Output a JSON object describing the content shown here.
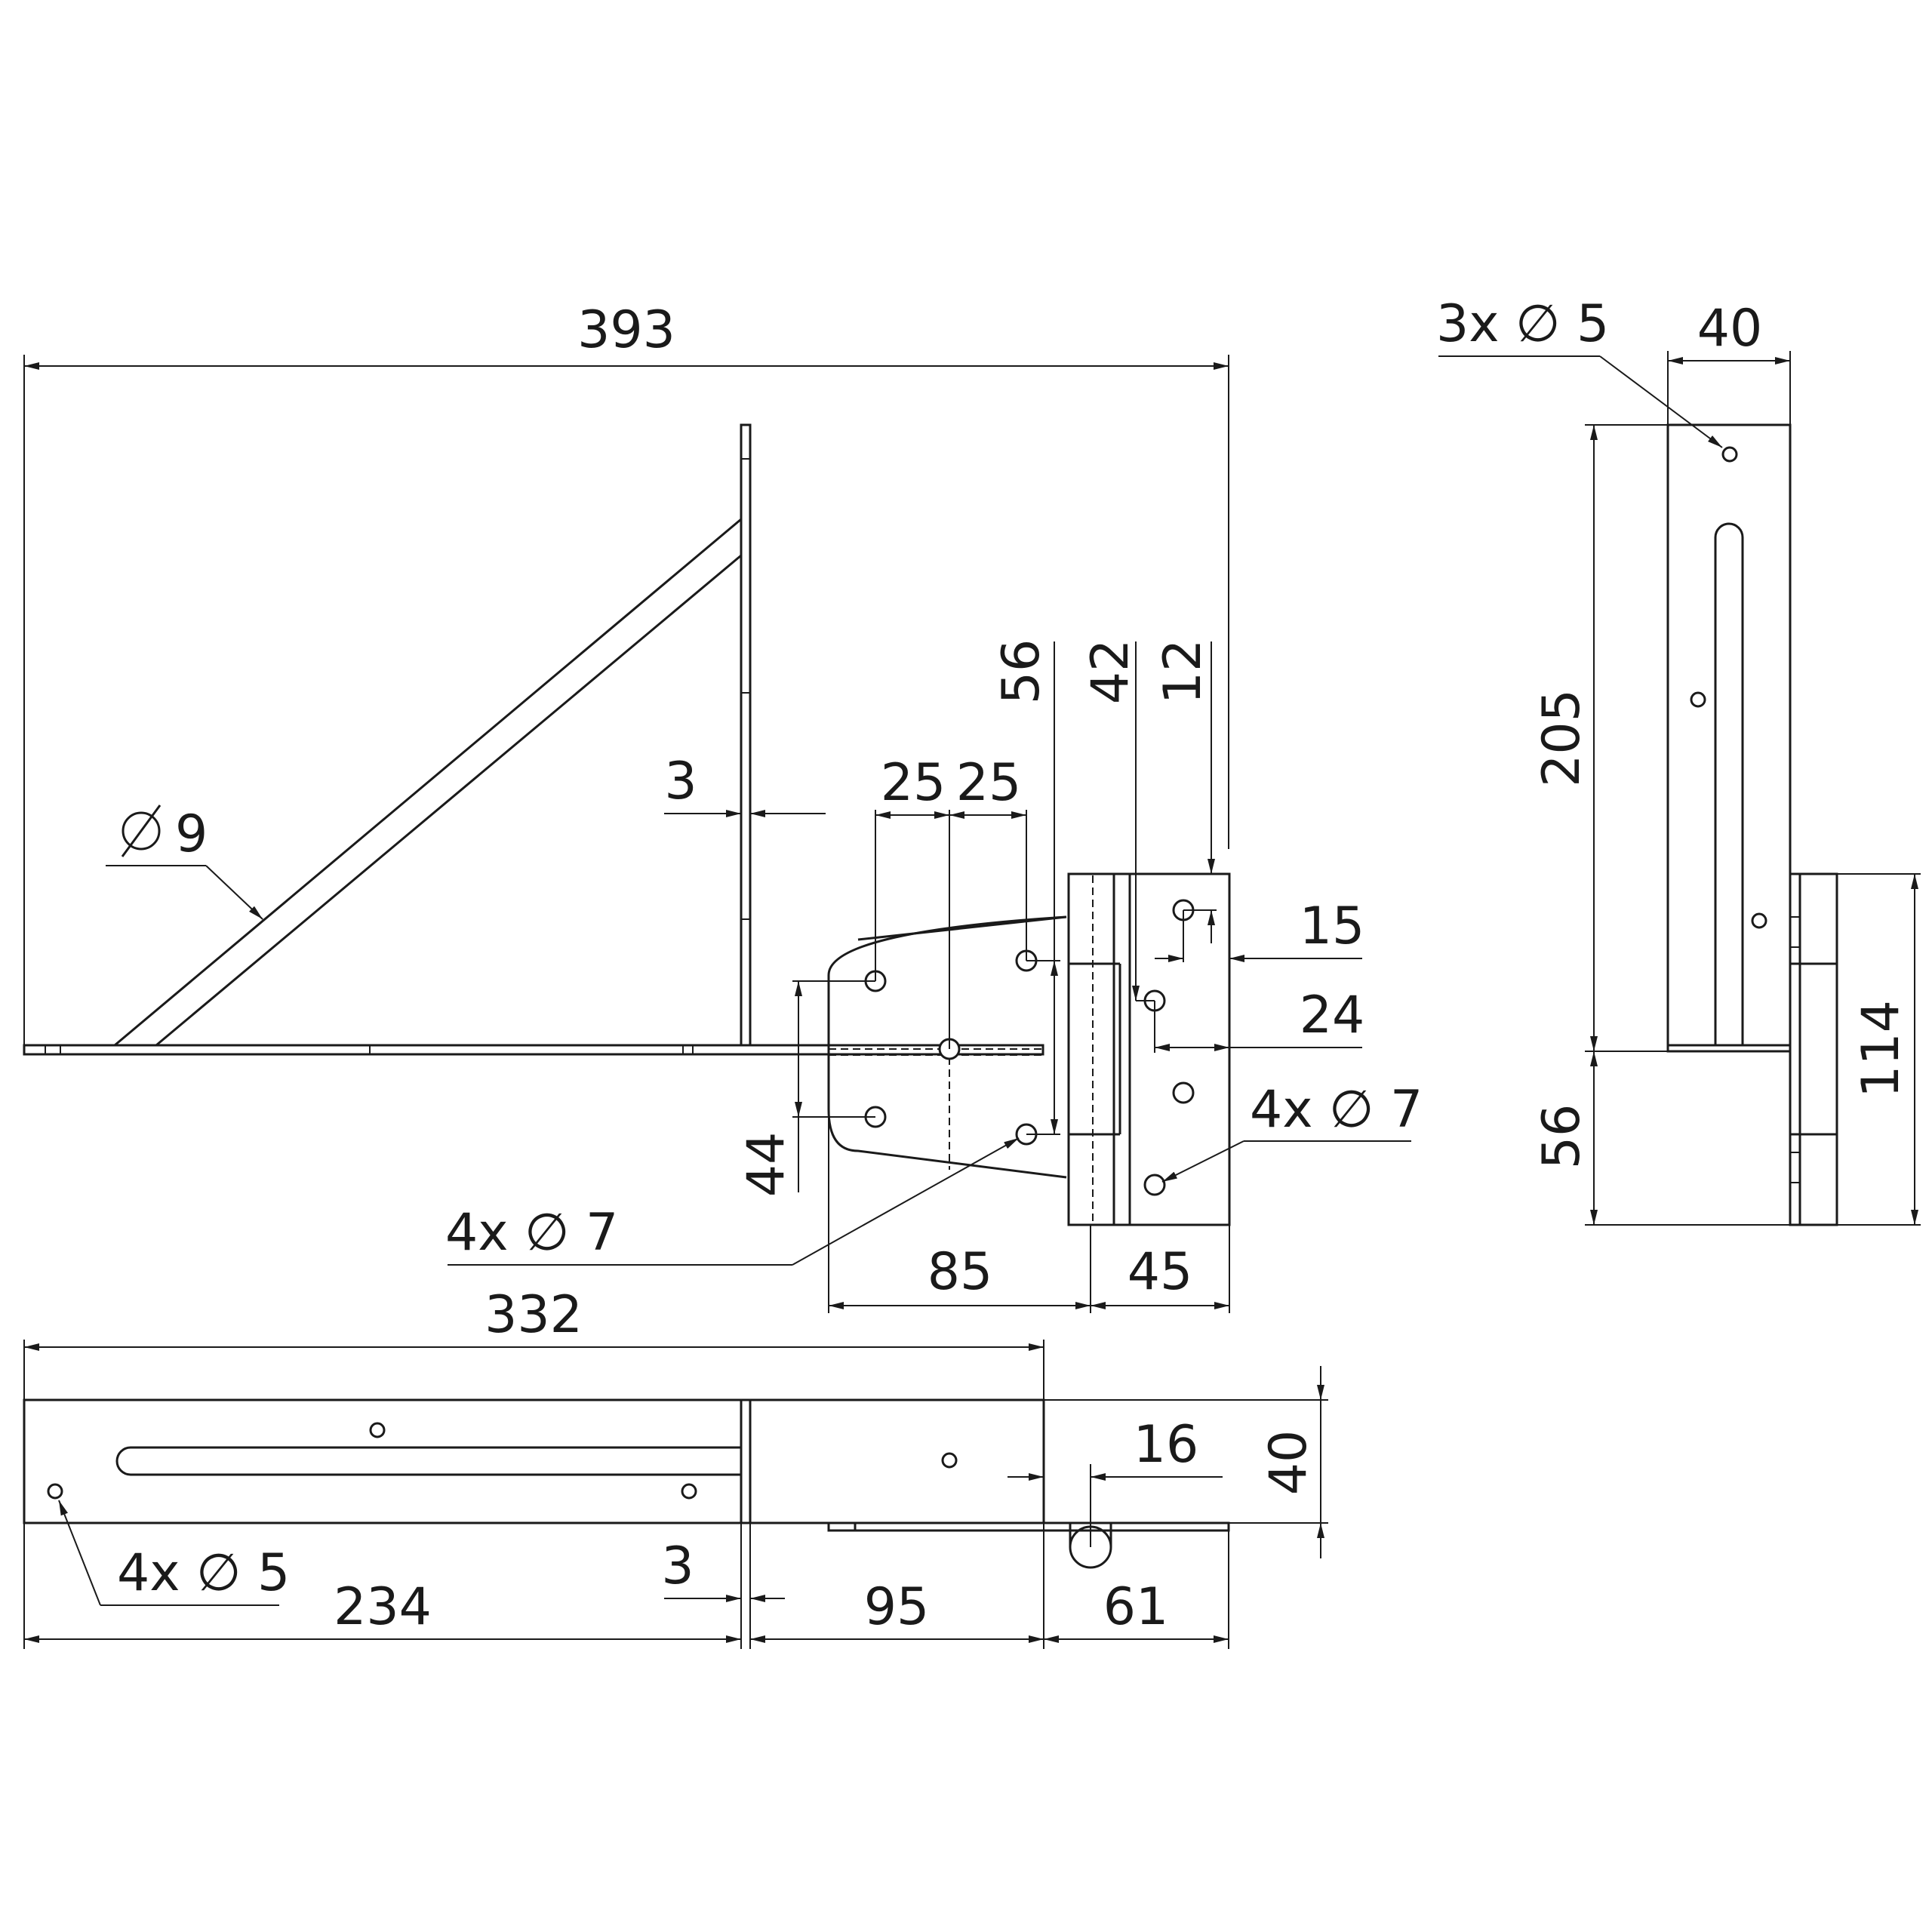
{
  "dimensions": {
    "overall_length": "393",
    "plate_thickness_top": "3",
    "brace_rod": "9",
    "brace_rod_symbol": "∅",
    "hole_spacing_left": "25",
    "hole_spacing_right": "25",
    "hinge_v_56": "56",
    "hinge_v_42": "42",
    "hinge_v_12": "12",
    "hinge_h_15": "15",
    "hinge_h_24": "24",
    "hinge_hole_spacing_44": "44",
    "hinge_holes_label_left": "4x ∅ 7",
    "hinge_holes_label_right": "4x ∅ 7",
    "hinge_width_85": "85",
    "hinge_width_45": "45",
    "side_width_40": "40",
    "side_holes_label": "3x ∅ 5",
    "side_height_205": "205",
    "side_height_56": "56",
    "side_hinge_114": "114",
    "bottom_length_332": "332",
    "bottom_height_40": "40",
    "bottom_16": "16",
    "bottom_holes_label": "4x ∅ 5",
    "bottom_234": "234",
    "bottom_3": "3",
    "bottom_95": "95",
    "bottom_61": "61"
  }
}
